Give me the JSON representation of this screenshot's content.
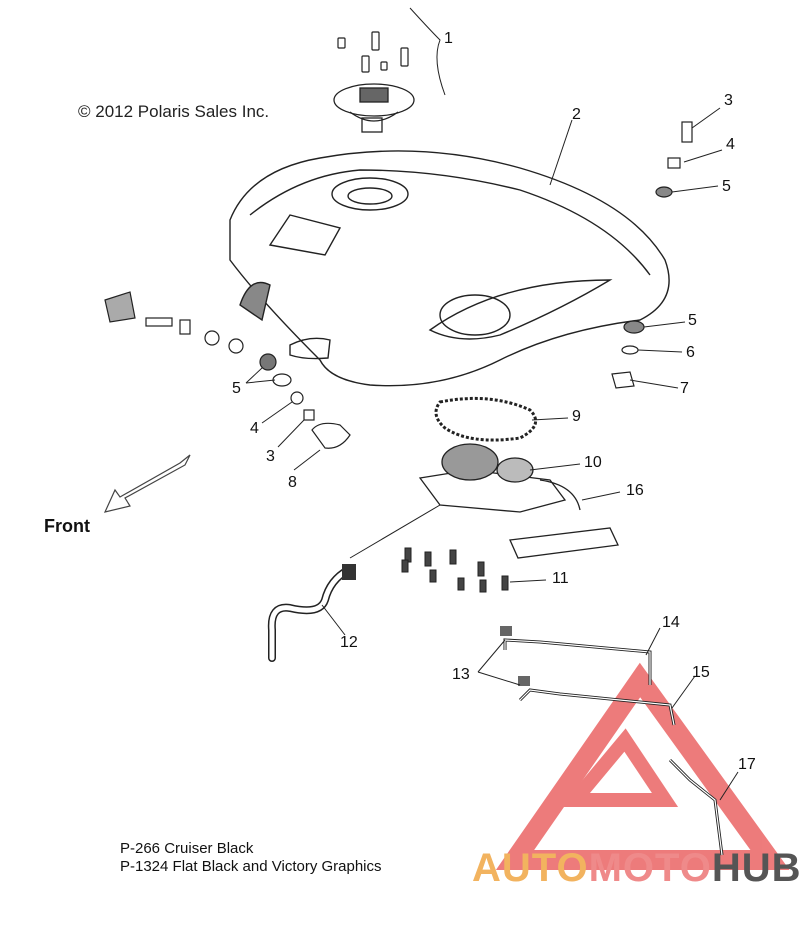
{
  "copyright": "© 2012 Polaris Sales Inc.",
  "front_label": "Front",
  "notes": [
    "P-266  Cruiser Black",
    "P-1324  Flat Black and Victory Graphics"
  ],
  "logo": {
    "part1": "AUTO",
    "part2": "MOTO",
    "part3": "HUB",
    "colors": {
      "auto": "#f2b35f",
      "moto": "#ef8a8a",
      "hub": "#555555",
      "triangle": "#e85050"
    }
  },
  "callouts": [
    "1",
    "2",
    "3",
    "4",
    "5",
    "5",
    "6",
    "7",
    "5",
    "4",
    "3",
    "8",
    "9",
    "10",
    "16",
    "11",
    "12",
    "14",
    "13",
    "15",
    "17"
  ]
}
